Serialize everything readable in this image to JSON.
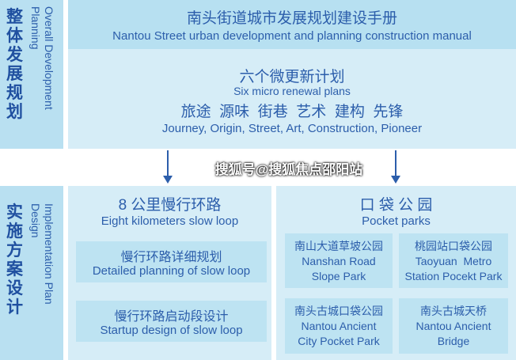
{
  "left": {
    "top_zh": "整体发展规划",
    "top_en_1": "Overall Development",
    "top_en_2": "Planning",
    "bottom_zh": "实施方案设计",
    "bottom_en_1": "Implementation Plan",
    "bottom_en_2": "Design"
  },
  "header": {
    "zh": "南头街道城市发展规划建设手册",
    "en": "Nantou Street urban development and planning construction manual"
  },
  "plans": {
    "zh": "六个微更新计划",
    "en": "Six micro renewal plans",
    "items_zh": "旅途  源味  街巷  艺术  建构  先锋",
    "items_en": "Journey, Origin, Street, Art, Construction, Pioneer"
  },
  "loop": {
    "zh": "8 公里慢行环路",
    "en": "Eight kilometers slow loop",
    "items": [
      {
        "zh": "慢行环路详细规划",
        "en": "Detailed planning of slow loop"
      },
      {
        "zh": "慢行环路启动段设计",
        "en": "Startup design of slow loop"
      }
    ]
  },
  "parks": {
    "zh": "口 袋 公 园",
    "en": "Pocket parks",
    "items": [
      {
        "zh": "南山大道草坡公园",
        "en1": "Nanshan Road",
        "en2": "Slope Park"
      },
      {
        "zh": "桃园站口袋公园",
        "en1": "Taoyuan  Metro",
        "en2": "Station Pocekt Park"
      },
      {
        "zh": "南头古城口袋公园",
        "en1": "Nantou Ancient",
        "en2": "City Pocket Park"
      },
      {
        "zh": "南头古城天桥",
        "en1": "Nantou Ancient",
        "en2": "Bridge"
      }
    ]
  },
  "watermark": "搜狐号@搜狐焦点邵阳站"
}
